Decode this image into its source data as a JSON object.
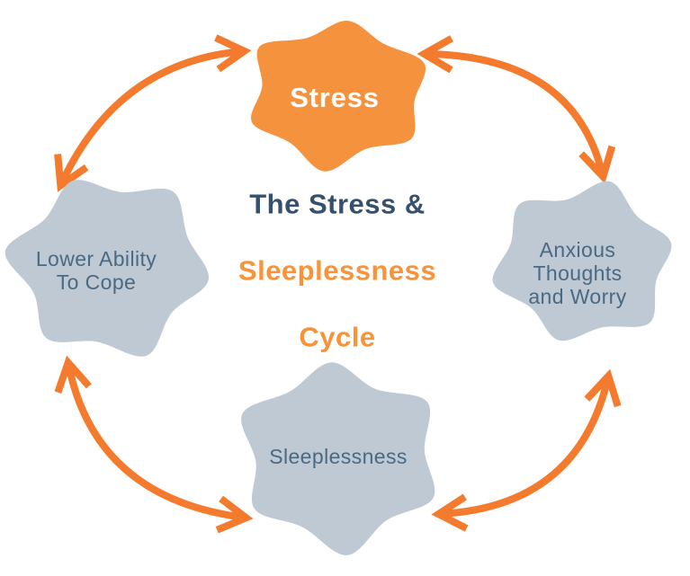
{
  "title": {
    "line1": "The Stress &",
    "line2": "Sleeplessness",
    "line3": "Cycle"
  },
  "nodes": {
    "stress": {
      "label": "Stress"
    },
    "anxious": {
      "label": "Anxious\nThoughts\nand Worry"
    },
    "sleeplessness": {
      "label": "Sleeplessness"
    },
    "cope": {
      "label": "Lower Ability\nTo Cope"
    }
  },
  "colors": {
    "stress_blob": "#f5923e",
    "gray_blob": "#bec9d3",
    "arrow": "#f47b2e",
    "title_navy": "#35516e",
    "title_orange": "#f79339",
    "node_text": "#4a6983",
    "stress_text": "#ffffff",
    "sparkle": "#ffffff"
  }
}
